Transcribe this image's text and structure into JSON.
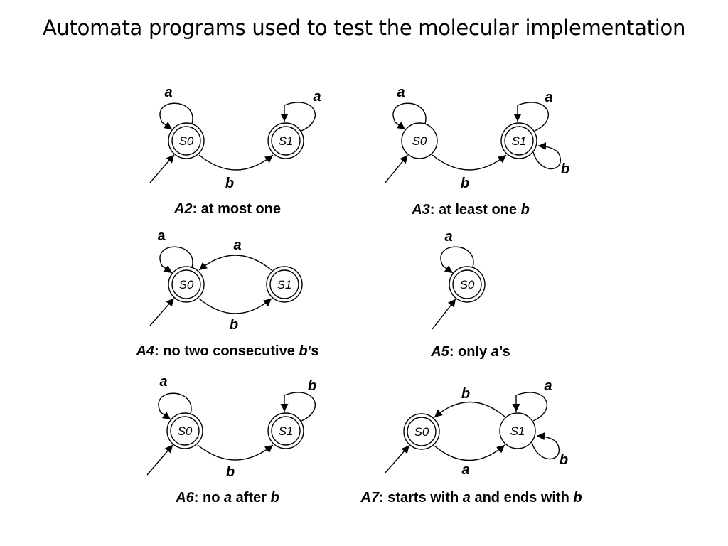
{
  "title": "Automata programs used to test the molecular implementation",
  "automata": [
    {
      "caption": [
        {
          "t": "A2",
          "i": true
        },
        {
          "t": ": at most one",
          "i": false
        }
      ],
      "states": [
        {
          "id": "S0",
          "label": "S0",
          "accepting": true,
          "start": true
        },
        {
          "id": "S1",
          "label": "S1",
          "accepting": true,
          "start": false
        }
      ],
      "transitions": [
        {
          "from": "S0",
          "to": "S0",
          "symbol": "a"
        },
        {
          "from": "S0",
          "to": "S1",
          "symbol": "b"
        },
        {
          "from": "S1",
          "to": "S1",
          "symbol": "a"
        }
      ]
    },
    {
      "caption": [
        {
          "t": "A3",
          "i": true
        },
        {
          "t": ": at least one ",
          "i": false
        },
        {
          "t": "b",
          "i": true
        }
      ],
      "states": [
        {
          "id": "S0",
          "label": "S0",
          "accepting": false,
          "start": true
        },
        {
          "id": "S1",
          "label": "S1",
          "accepting": true,
          "start": false
        }
      ],
      "transitions": [
        {
          "from": "S0",
          "to": "S0",
          "symbol": "a"
        },
        {
          "from": "S0",
          "to": "S1",
          "symbol": "b"
        },
        {
          "from": "S1",
          "to": "S1",
          "symbol": "a"
        },
        {
          "from": "S1",
          "to": "S1",
          "symbol": "b"
        }
      ]
    },
    {
      "caption": [
        {
          "t": "A4",
          "i": true
        },
        {
          "t": ": no two consecutive ",
          "i": false
        },
        {
          "t": "b",
          "i": true
        },
        {
          "t": "’s",
          "i": false
        }
      ],
      "states": [
        {
          "id": "S0",
          "label": "S0",
          "accepting": true,
          "start": true
        },
        {
          "id": "S1",
          "label": "S1",
          "accepting": true,
          "start": false
        }
      ],
      "transitions": [
        {
          "from": "S0",
          "to": "S0",
          "symbol": "a"
        },
        {
          "from": "S1",
          "to": "S0",
          "symbol": "a"
        },
        {
          "from": "S0",
          "to": "S1",
          "symbol": "b"
        }
      ]
    },
    {
      "caption": [
        {
          "t": "A5",
          "i": true
        },
        {
          "t": ": only ",
          "i": false
        },
        {
          "t": "a",
          "i": true
        },
        {
          "t": "’s",
          "i": false
        }
      ],
      "states": [
        {
          "id": "S0",
          "label": "S0",
          "accepting": true,
          "start": true
        }
      ],
      "transitions": [
        {
          "from": "S0",
          "to": "S0",
          "symbol": "a"
        }
      ]
    },
    {
      "caption": [
        {
          "t": "A6",
          "i": true
        },
        {
          "t": ": no ",
          "i": false
        },
        {
          "t": "a",
          "i": true
        },
        {
          "t": " after ",
          "i": false
        },
        {
          "t": "b",
          "i": true
        }
      ],
      "states": [
        {
          "id": "S0",
          "label": "S0",
          "accepting": true,
          "start": true
        },
        {
          "id": "S1",
          "label": "S1",
          "accepting": true,
          "start": false
        }
      ],
      "transitions": [
        {
          "from": "S0",
          "to": "S0",
          "symbol": "a"
        },
        {
          "from": "S0",
          "to": "S1",
          "symbol": "b"
        },
        {
          "from": "S1",
          "to": "S1",
          "symbol": "b"
        }
      ]
    },
    {
      "caption": [
        {
          "t": "A7",
          "i": true
        },
        {
          "t": ": starts with ",
          "i": false
        },
        {
          "t": "a",
          "i": true
        },
        {
          "t": " and ends with ",
          "i": false
        },
        {
          "t": "b",
          "i": true
        }
      ],
      "states": [
        {
          "id": "S0",
          "label": "S0",
          "accepting": true,
          "start": true
        },
        {
          "id": "S1",
          "label": "S1",
          "accepting": false,
          "start": false
        }
      ],
      "transitions": [
        {
          "from": "S1",
          "to": "S0",
          "symbol": "b"
        },
        {
          "from": "S0",
          "to": "S1",
          "symbol": "a"
        },
        {
          "from": "S1",
          "to": "S1",
          "symbol": "a"
        },
        {
          "from": "S1",
          "to": "S1",
          "symbol": "b"
        }
      ]
    }
  ]
}
